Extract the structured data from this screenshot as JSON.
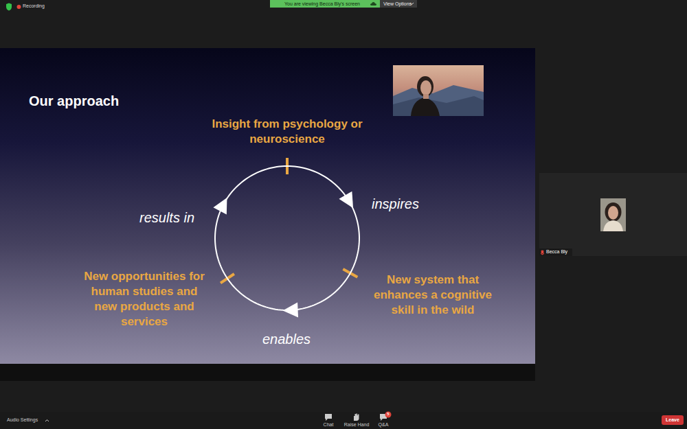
{
  "diagram": {
    "title": "Our approach",
    "nodes": [
      {
        "text": [
          "Insight from psychology or neuroscience"
        ]
      },
      {
        "text": [
          "New system that enhances a cognitive skill in the wild"
        ]
      },
      {
        "text": [
          "New opportunities for human studies and new products and services"
        ]
      }
    ],
    "edges": [
      {
        "from": 0,
        "to": 1,
        "label": "inspires",
        "arrow": "to"
      },
      {
        "from": 1,
        "to": 2,
        "label": "enables",
        "arrow": "to"
      },
      {
        "from": 2,
        "to": 0,
        "label": "results in",
        "arrow": "to"
      }
    ],
    "labels": [
      "Recording",
      "You are viewing Becca Bly's screen",
      "View Options",
      "Becca Bly",
      "Audio Settings",
      "Chat",
      "Raise Hand",
      "Q&A",
      "5",
      "Leave"
    ]
  }
}
